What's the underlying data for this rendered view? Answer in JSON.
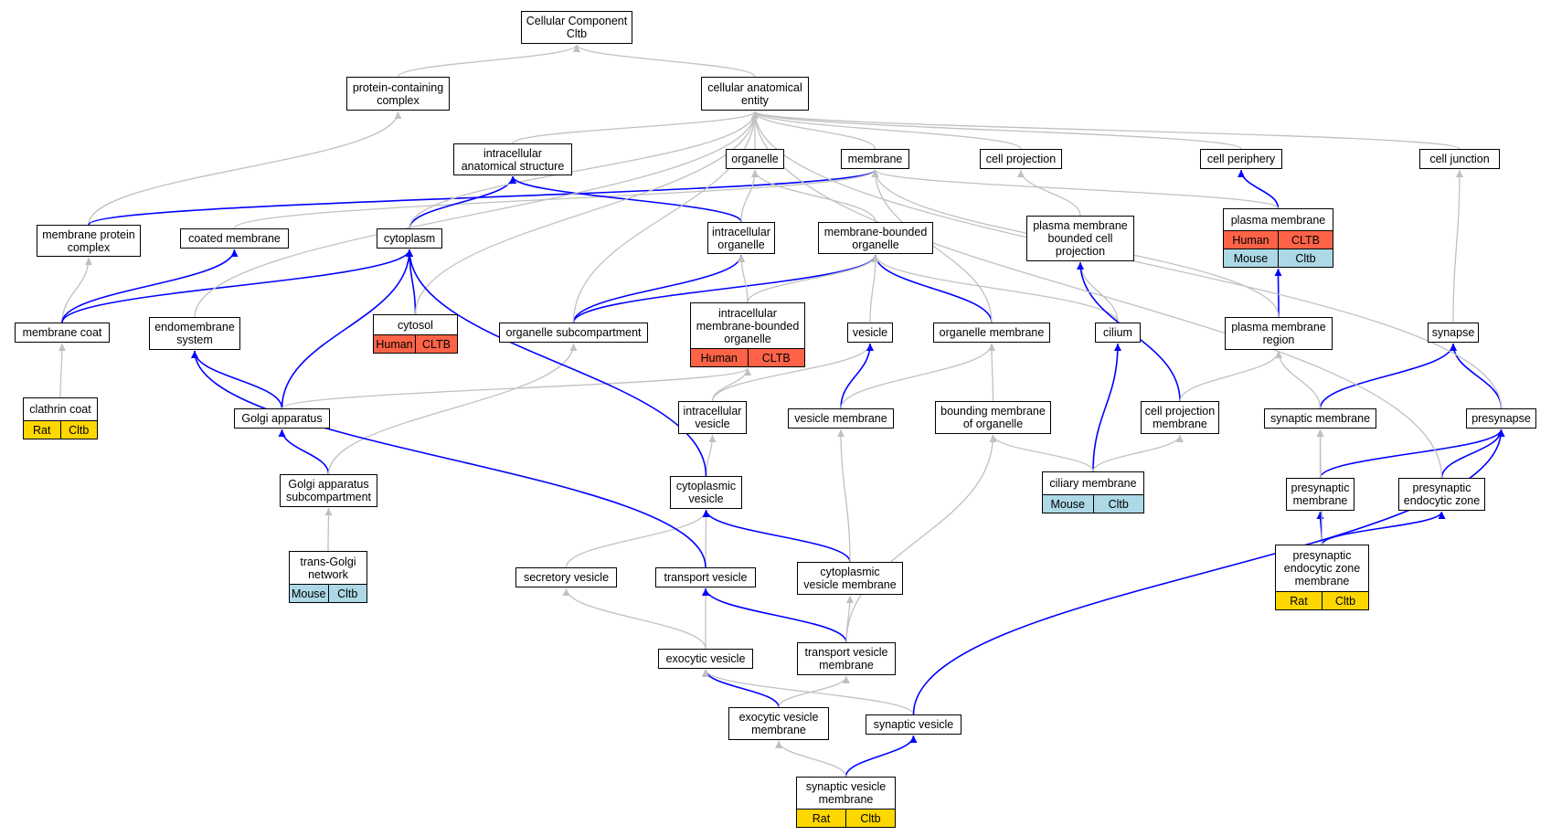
{
  "colors": {
    "is_a_edge": "#c0c0c0",
    "part_of_edge": "#0000ff",
    "species_human": "#ff6347",
    "species_mouse": "#add8e6",
    "species_rat": "#ffd700"
  },
  "nodes": [
    {
      "id": "cc",
      "label": "Cellular Component\nCltb"
    },
    {
      "id": "pcc",
      "label": "protein-containing\ncomplex"
    },
    {
      "id": "cae",
      "label": "cellular anatomical\nentity"
    },
    {
      "id": "ias",
      "label": "intracellular\nanatomical structure"
    },
    {
      "id": "org",
      "label": "organelle"
    },
    {
      "id": "mem",
      "label": "membrane"
    },
    {
      "id": "cproj",
      "label": "cell projection"
    },
    {
      "id": "cper",
      "label": "cell periphery"
    },
    {
      "id": "cjunc",
      "label": "cell junction"
    },
    {
      "id": "mpc",
      "label": "membrane protein\ncomplex"
    },
    {
      "id": "coatm",
      "label": "coated membrane"
    },
    {
      "id": "cyto",
      "label": "cytoplasm"
    },
    {
      "id": "iorg",
      "label": "intracellular\norganelle"
    },
    {
      "id": "mbo",
      "label": "membrane-bounded\norganelle"
    },
    {
      "id": "pmbcp",
      "label": "plasma membrane\nbounded cell\nprojection"
    },
    {
      "id": "pm",
      "label": "plasma membrane",
      "tags": [
        {
          "label": "Human",
          "species": "human"
        },
        {
          "label": "CLTB",
          "species": "human"
        },
        {
          "label": "Mouse",
          "species": "mouse"
        },
        {
          "label": "Cltb",
          "species": "mouse"
        }
      ]
    },
    {
      "id": "mcoat",
      "label": "membrane coat"
    },
    {
      "id": "endo",
      "label": "endomembrane\nsystem"
    },
    {
      "id": "cytosol",
      "label": "cytosol",
      "tags": [
        {
          "label": "Human",
          "species": "human"
        },
        {
          "label": "CLTB",
          "species": "human"
        }
      ]
    },
    {
      "id": "osub",
      "label": "organelle subcompartment"
    },
    {
      "id": "imbo",
      "label": "intracellular\nmembrane-bounded\norganelle",
      "tags": [
        {
          "label": "Human",
          "species": "human"
        },
        {
          "label": "CLTB",
          "species": "human"
        }
      ]
    },
    {
      "id": "ves",
      "label": "vesicle"
    },
    {
      "id": "omem",
      "label": "organelle membrane"
    },
    {
      "id": "cil",
      "label": "cilium"
    },
    {
      "id": "pmr",
      "label": "plasma membrane\nregion"
    },
    {
      "id": "syn",
      "label": "synapse"
    },
    {
      "id": "ccoat",
      "label": "clathrin coat",
      "tags": [
        {
          "label": "Rat",
          "species": "rat"
        },
        {
          "label": "Cltb",
          "species": "rat"
        }
      ]
    },
    {
      "id": "golgi",
      "label": "Golgi apparatus"
    },
    {
      "id": "ives",
      "label": "intracellular\nvesicle"
    },
    {
      "id": "vmem",
      "label": "vesicle membrane"
    },
    {
      "id": "bmo",
      "label": "bounding membrane\nof organelle"
    },
    {
      "id": "cpm",
      "label": "cell projection\nmembrane"
    },
    {
      "id": "synm",
      "label": "synaptic membrane"
    },
    {
      "id": "pre",
      "label": "presynapse"
    },
    {
      "id": "gas",
      "label": "Golgi apparatus\nsubcompartment"
    },
    {
      "id": "cves",
      "label": "cytoplasmic\nvesicle"
    },
    {
      "id": "ciliam",
      "label": "ciliary membrane",
      "tags": [
        {
          "label": "Mouse",
          "species": "mouse"
        },
        {
          "label": "Cltb",
          "species": "mouse"
        }
      ]
    },
    {
      "id": "prem",
      "label": "presynaptic\nmembrane"
    },
    {
      "id": "pez",
      "label": "presynaptic\nendocytic zone"
    },
    {
      "id": "tgn",
      "label": "trans-Golgi\nnetwork",
      "tags": [
        {
          "label": "Mouse",
          "species": "mouse"
        },
        {
          "label": "Cltb",
          "species": "mouse"
        }
      ]
    },
    {
      "id": "sves",
      "label": "secretory vesicle"
    },
    {
      "id": "tves",
      "label": "transport vesicle"
    },
    {
      "id": "cvm",
      "label": "cytoplasmic\nvesicle membrane"
    },
    {
      "id": "pezm",
      "label": "presynaptic\nendocytic zone\nmembrane",
      "tags": [
        {
          "label": "Rat",
          "species": "rat"
        },
        {
          "label": "Cltb",
          "species": "rat"
        }
      ]
    },
    {
      "id": "exo",
      "label": "exocytic vesicle"
    },
    {
      "id": "tvm",
      "label": "transport vesicle\nmembrane"
    },
    {
      "id": "evm",
      "label": "exocytic vesicle\nmembrane"
    },
    {
      "id": "sv",
      "label": "synaptic vesicle"
    },
    {
      "id": "svm",
      "label": "synaptic vesicle\nmembrane",
      "tags": [
        {
          "label": "Rat",
          "species": "rat"
        },
        {
          "label": "Cltb",
          "species": "rat"
        }
      ]
    }
  ],
  "edges": [
    {
      "from": "pcc",
      "to": "cc",
      "rel": "is_a"
    },
    {
      "from": "cae",
      "to": "cc",
      "rel": "is_a"
    },
    {
      "from": "ias",
      "to": "cae",
      "rel": "is_a"
    },
    {
      "from": "org",
      "to": "cae",
      "rel": "is_a"
    },
    {
      "from": "mem",
      "to": "cae",
      "rel": "is_a"
    },
    {
      "from": "cproj",
      "to": "cae",
      "rel": "is_a"
    },
    {
      "from": "cper",
      "to": "cae",
      "rel": "is_a"
    },
    {
      "from": "cjunc",
      "to": "cae",
      "rel": "is_a"
    },
    {
      "from": "mpc",
      "to": "pcc",
      "rel": "is_a"
    },
    {
      "from": "mpc",
      "to": "mem",
      "rel": "part_of"
    },
    {
      "from": "coatm",
      "to": "mem",
      "rel": "is_a"
    },
    {
      "from": "cyto",
      "to": "ias",
      "rel": "part_of"
    },
    {
      "from": "cyto",
      "to": "cae",
      "rel": "is_a"
    },
    {
      "from": "iorg",
      "to": "ias",
      "rel": "part_of"
    },
    {
      "from": "iorg",
      "to": "org",
      "rel": "is_a"
    },
    {
      "from": "mbo",
      "to": "org",
      "rel": "is_a"
    },
    {
      "from": "pmbcp",
      "to": "cproj",
      "rel": "is_a"
    },
    {
      "from": "pm",
      "to": "cper",
      "rel": "part_of"
    },
    {
      "from": "pm",
      "to": "mem",
      "rel": "is_a"
    },
    {
      "from": "mcoat",
      "to": "mpc",
      "rel": "is_a"
    },
    {
      "from": "mcoat",
      "to": "coatm",
      "rel": "part_of"
    },
    {
      "from": "mcoat",
      "to": "cyto",
      "rel": "part_of"
    },
    {
      "from": "endo",
      "to": "cae",
      "rel": "is_a"
    },
    {
      "from": "cytosol",
      "to": "cyto",
      "rel": "part_of"
    },
    {
      "from": "cytosol",
      "to": "cae",
      "rel": "is_a"
    },
    {
      "from": "osub",
      "to": "iorg",
      "rel": "part_of"
    },
    {
      "from": "osub",
      "to": "mbo",
      "rel": "part_of"
    },
    {
      "from": "osub",
      "to": "cae",
      "rel": "is_a"
    },
    {
      "from": "imbo",
      "to": "iorg",
      "rel": "is_a"
    },
    {
      "from": "imbo",
      "to": "mbo",
      "rel": "is_a"
    },
    {
      "from": "ves",
      "to": "mbo",
      "rel": "is_a"
    },
    {
      "from": "omem",
      "to": "mbo",
      "rel": "part_of"
    },
    {
      "from": "omem",
      "to": "mem",
      "rel": "is_a"
    },
    {
      "from": "cil",
      "to": "pmbcp",
      "rel": "is_a"
    },
    {
      "from": "cil",
      "to": "mbo",
      "rel": "is_a"
    },
    {
      "from": "pmr",
      "to": "pm",
      "rel": "part_of"
    },
    {
      "from": "pmr",
      "to": "mem",
      "rel": "is_a"
    },
    {
      "from": "syn",
      "to": "cjunc",
      "rel": "is_a"
    },
    {
      "from": "ccoat",
      "to": "mcoat",
      "rel": "is_a"
    },
    {
      "from": "golgi",
      "to": "endo",
      "rel": "part_of"
    },
    {
      "from": "golgi",
      "to": "cyto",
      "rel": "part_of"
    },
    {
      "from": "golgi",
      "to": "imbo",
      "rel": "is_a"
    },
    {
      "from": "ives",
      "to": "imbo",
      "rel": "is_a"
    },
    {
      "from": "ives",
      "to": "ves",
      "rel": "is_a"
    },
    {
      "from": "vmem",
      "to": "ves",
      "rel": "part_of"
    },
    {
      "from": "vmem",
      "to": "omem",
      "rel": "is_a"
    },
    {
      "from": "bmo",
      "to": "omem",
      "rel": "is_a"
    },
    {
      "from": "cpm",
      "to": "pmbcp",
      "rel": "part_of"
    },
    {
      "from": "cpm",
      "to": "pmr",
      "rel": "is_a"
    },
    {
      "from": "synm",
      "to": "syn",
      "rel": "part_of"
    },
    {
      "from": "synm",
      "to": "pmr",
      "rel": "is_a"
    },
    {
      "from": "pre",
      "to": "syn",
      "rel": "part_of"
    },
    {
      "from": "pre",
      "to": "cae",
      "rel": "is_a"
    },
    {
      "from": "gas",
      "to": "golgi",
      "rel": "part_of"
    },
    {
      "from": "gas",
      "to": "osub",
      "rel": "is_a"
    },
    {
      "from": "cves",
      "to": "ives",
      "rel": "is_a"
    },
    {
      "from": "cves",
      "to": "cyto",
      "rel": "part_of"
    },
    {
      "from": "ciliam",
      "to": "cil",
      "rel": "part_of"
    },
    {
      "from": "ciliam",
      "to": "cpm",
      "rel": "is_a"
    },
    {
      "from": "ciliam",
      "to": "bmo",
      "rel": "is_a"
    },
    {
      "from": "prem",
      "to": "pre",
      "rel": "part_of"
    },
    {
      "from": "prem",
      "to": "synm",
      "rel": "is_a"
    },
    {
      "from": "pez",
      "to": "pre",
      "rel": "part_of"
    },
    {
      "from": "pez",
      "to": "cae",
      "rel": "is_a"
    },
    {
      "from": "tgn",
      "to": "gas",
      "rel": "is_a"
    },
    {
      "from": "sves",
      "to": "cves",
      "rel": "is_a"
    },
    {
      "from": "tves",
      "to": "cves",
      "rel": "is_a"
    },
    {
      "from": "tves",
      "to": "endo",
      "rel": "part_of"
    },
    {
      "from": "cvm",
      "to": "cves",
      "rel": "part_of"
    },
    {
      "from": "cvm",
      "to": "vmem",
      "rel": "is_a"
    },
    {
      "from": "pezm",
      "to": "prem",
      "rel": "part_of"
    },
    {
      "from": "pezm",
      "to": "pez",
      "rel": "part_of"
    },
    {
      "from": "pezm",
      "to": "synm",
      "rel": "is_a"
    },
    {
      "from": "exo",
      "to": "sves",
      "rel": "is_a"
    },
    {
      "from": "exo",
      "to": "tves",
      "rel": "is_a"
    },
    {
      "from": "tvm",
      "to": "tves",
      "rel": "part_of"
    },
    {
      "from": "tvm",
      "to": "cvm",
      "rel": "is_a"
    },
    {
      "from": "tvm",
      "to": "bmo",
      "rel": "is_a"
    },
    {
      "from": "evm",
      "to": "exo",
      "rel": "part_of"
    },
    {
      "from": "evm",
      "to": "tvm",
      "rel": "is_a"
    },
    {
      "from": "sv",
      "to": "exo",
      "rel": "is_a"
    },
    {
      "from": "sv",
      "to": "pre",
      "rel": "part_of"
    },
    {
      "from": "svm",
      "to": "sv",
      "rel": "part_of"
    },
    {
      "from": "svm",
      "to": "evm",
      "rel": "is_a"
    }
  ]
}
